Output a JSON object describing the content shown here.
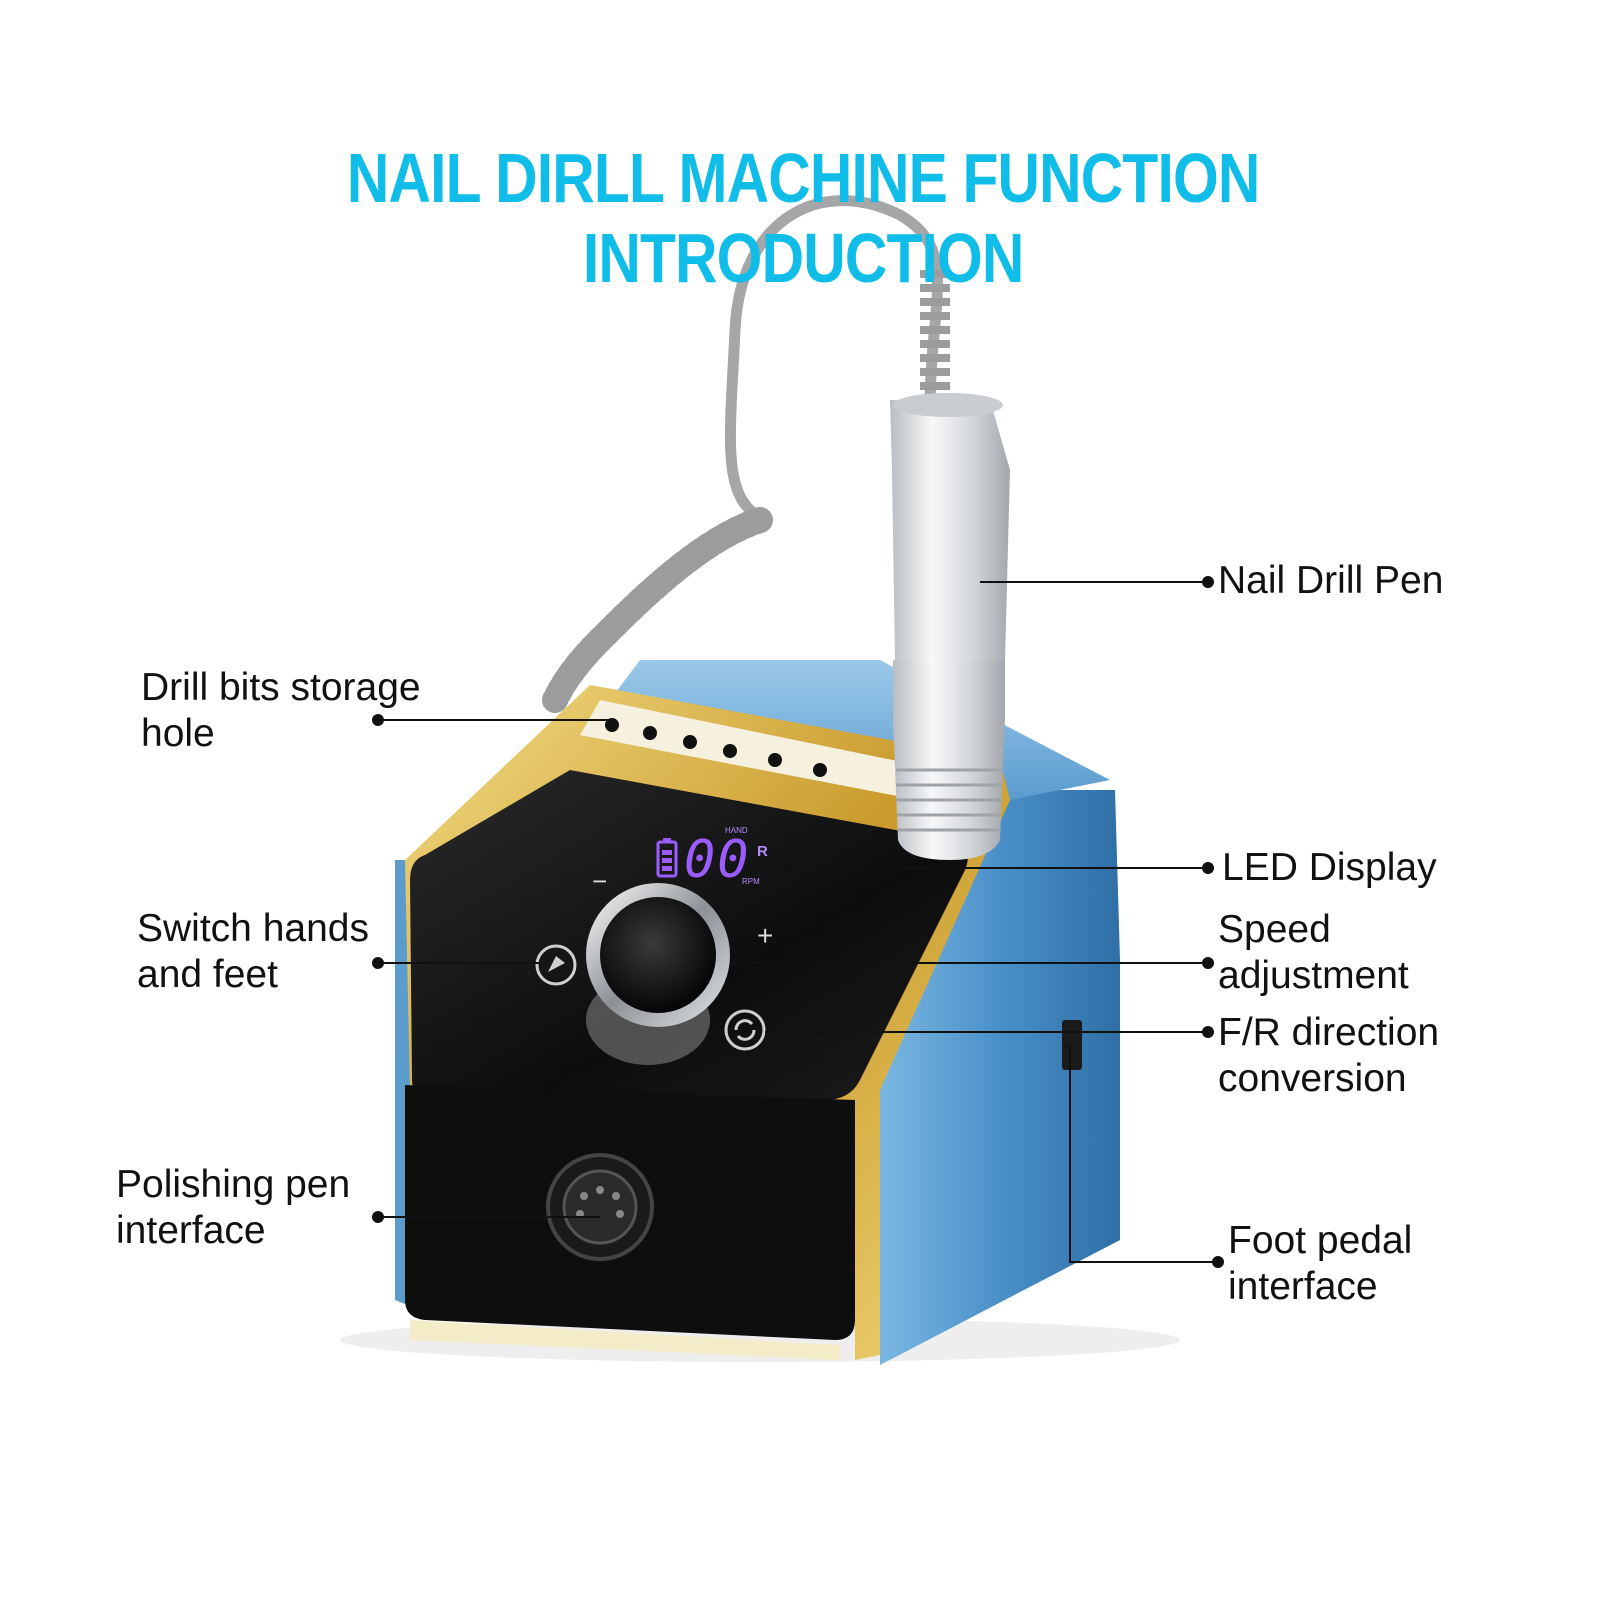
{
  "title": "NAIL DIRLL MACHINE FUNCTION INTRODUCTION",
  "colors": {
    "title": "#10bde8",
    "body_blue": "#4a90c8",
    "gold_trim": "#d8b445",
    "panel": "#111111",
    "display_purple": "#9b5cff",
    "pen_silver": "#d5d8dc",
    "cord_gray": "#9ea0a2"
  },
  "device": {
    "display_hand": "HAND",
    "display_digits": "00",
    "display_direction": "R",
    "display_rpm": "RPM",
    "minus": "−",
    "plus": "+"
  },
  "labels": {
    "nail_drill_pen": "Nail Drill Pen",
    "drill_bits_line1": "Drill bits storage",
    "drill_bits_line2": "hole",
    "led_display": "LED Display",
    "switch_line1": "Switch hands",
    "switch_line2": "and feet",
    "speed_line1": "Speed",
    "speed_line2": "adjustment",
    "fr_line1": "F/R direction",
    "fr_line2": "conversion",
    "polish_line1": "Polishing pen",
    "polish_line2": "interface",
    "foot_line1": "Foot pedal",
    "foot_line2": "interface"
  },
  "icons": [
    "hand-foot-switch-icon",
    "direction-arrows-icon",
    "battery-icon",
    "din-socket-icon"
  ]
}
